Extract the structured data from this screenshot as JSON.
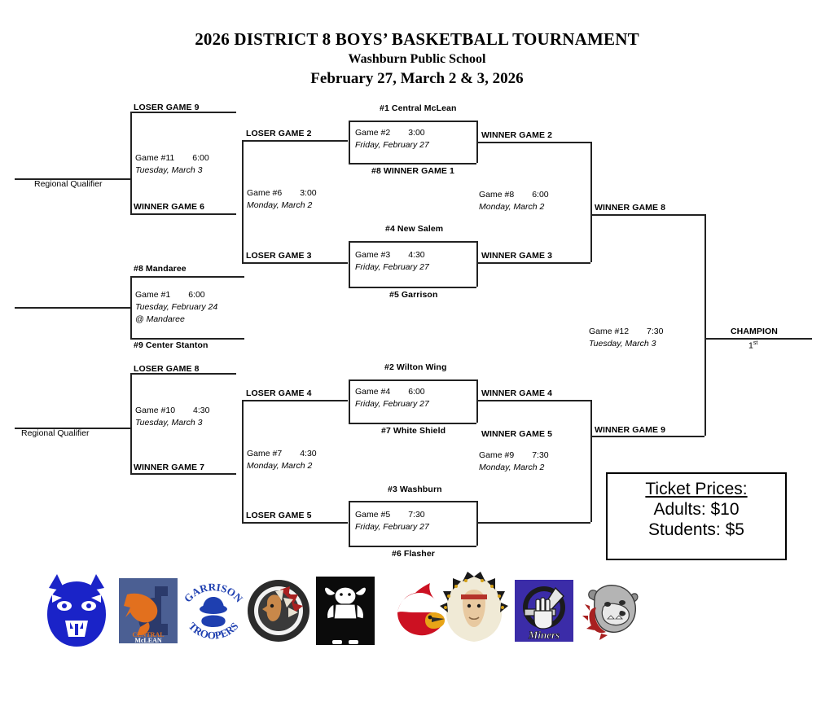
{
  "header": {
    "line1": "2026 DISTRICT 8 BOYS’ BASKETBALL TOURNAMENT",
    "line2": "Washburn Public School",
    "line3": "February 27, March 2 & 3, 2026"
  },
  "ticket": {
    "title": "Ticket Prices:",
    "adults": "Adults:  $10",
    "students": "Students:  $5"
  },
  "champion": {
    "label": "CHAMPION",
    "place": "1",
    "place_suffix": "st"
  },
  "labels": {
    "regional_qualifier_top": "Regional Qualifier",
    "regional_qualifier_bottom": "Regional Qualifier",
    "loser_game_9": "LOSER GAME 9",
    "winner_game_6": "WINNER GAME 6",
    "loser_game_2": "LOSER GAME 2",
    "loser_game_3": "LOSER GAME 3",
    "loser_game_8": "LOSER GAME 8",
    "winner_game_7": "WINNER GAME 7",
    "loser_game_4": "LOSER GAME 4",
    "loser_game_5": "LOSER GAME 5",
    "winner_game_2": "WINNER GAME 2",
    "winner_game_3": "WINNER GAME 3",
    "winner_game_4": "WINNER GAME 4",
    "winner_game_5": "WINNER GAME 5",
    "winner_game_8": "WINNER GAME 8",
    "winner_game_9": "WINNER GAME 9"
  },
  "seeds": {
    "s1": "#1  Central McLean",
    "s8_winner_game_1": "#8  WINNER GAME 1",
    "s4": "#4  New Salem",
    "s5": "#5 Garrison",
    "s8_mandaree": "#8 Mandaree",
    "s9_center_stanton": "#9 Center Stanton",
    "s2": "#2 Wilton Wing",
    "s7": "#7 White Shield",
    "s3": "#3 Washburn",
    "s6": "#6 Flasher"
  },
  "games": {
    "g1": {
      "number": "Game #1",
      "time": "6:00",
      "date": "Tuesday, February 24",
      "note": "@ Mandaree"
    },
    "g2": {
      "number": "Game #2",
      "time": "3:00",
      "date": "Friday, February 27"
    },
    "g3": {
      "number": "Game #3",
      "time": "4:30",
      "date": "Friday, February 27"
    },
    "g4": {
      "number": "Game #4",
      "time": "6:00",
      "date": "Friday, February 27"
    },
    "g5": {
      "number": "Game #5",
      "time": "7:30",
      "date": "Friday, February 27"
    },
    "g6": {
      "number": "Game #6",
      "time": "3:00",
      "date": "Monday, March 2"
    },
    "g7": {
      "number": "Game #7",
      "time": "4:30",
      "date": "Monday, March 2"
    },
    "g8": {
      "number": "Game #8",
      "time": "6:00",
      "date": "Monday, March 2"
    },
    "g9": {
      "number": "Game #9",
      "time": "7:30",
      "date": "Monday, March 2"
    },
    "g10": {
      "number": "Game #10",
      "time": "4:30",
      "date": "Tuesday, March 3"
    },
    "g11": {
      "number": "Game #11",
      "time": "6:00",
      "date": "Tuesday, March 3"
    },
    "g12": {
      "number": "Game #12",
      "time": "7:30",
      "date": "Tuesday, March 3"
    }
  },
  "logos": [
    {
      "name": "wildcat-logo",
      "team": "Wildcats",
      "primary": "#1a23c8"
    },
    {
      "name": "central-mclean-logo",
      "team": "Central McLean",
      "primary": "#e2701e"
    },
    {
      "name": "garrison-troopers-logo",
      "team": "Garrison Troopers",
      "primary": "#1e3fb0"
    },
    {
      "name": "chief-wheel-logo",
      "team": "Chiefs",
      "primary": "#a82020"
    },
    {
      "name": "bull-logo",
      "team": "Bulls",
      "primary": "#ffffff"
    },
    {
      "name": "cardinal-logo",
      "team": "Cardinals",
      "primary": "#cc1122"
    },
    {
      "name": "headdress-chief-logo",
      "team": "Chiefs",
      "primary": "#d4a017"
    },
    {
      "name": "miners-logo",
      "team": "Miners",
      "primary": "#3b2ca8"
    },
    {
      "name": "bulldog-logo",
      "team": "Bulldogs",
      "primary": "#9a9a9a"
    }
  ]
}
